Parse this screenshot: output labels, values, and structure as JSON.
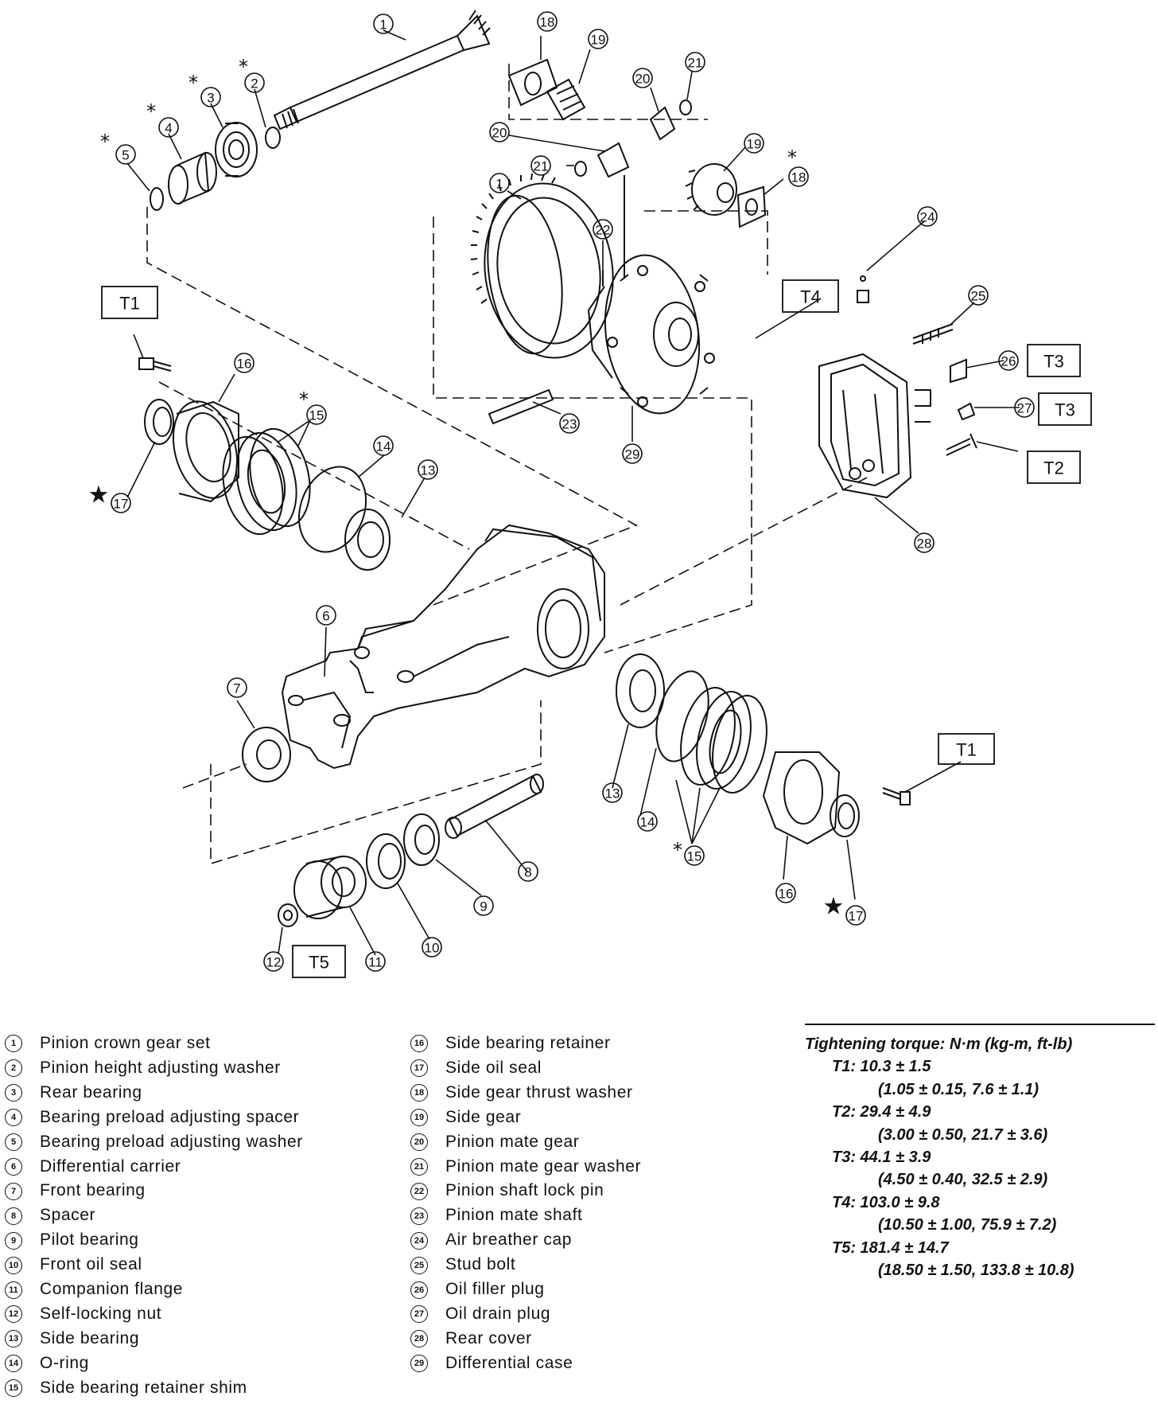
{
  "callouts": {
    "c1a": "1",
    "c2": "2",
    "c3": "3",
    "c4": "4",
    "c5": "5",
    "c18a": "18",
    "c19a": "19",
    "c20a": "20",
    "c21a": "21",
    "c20b": "20",
    "c21b": "21",
    "c19b": "19",
    "c18b": "18",
    "c1b": "1",
    "c22": "22",
    "c24": "24",
    "c25": "25",
    "c26": "26",
    "c27": "27",
    "c28": "28",
    "c29": "29",
    "c23": "23",
    "c16a": "16",
    "c15a": "15",
    "c14a": "14",
    "c13a": "13",
    "c17a": "17",
    "c6": "6",
    "c7": "7",
    "c8": "8",
    "c9": "9",
    "c10": "10",
    "c11": "11",
    "c12": "12",
    "c13b": "13",
    "c14b": "14",
    "c15b": "15",
    "c16b": "16",
    "c17b": "17"
  },
  "torque_boxes": {
    "t1a": "T1",
    "t4": "T4",
    "t3a": "T3",
    "t3b": "T3",
    "t2": "T2",
    "t1b": "T1",
    "t5": "T5"
  },
  "marks": {
    "asterisk": "*",
    "star": "★"
  },
  "legend_left": [
    {
      "num": "1",
      "name": "Pinion crown gear set"
    },
    {
      "num": "2",
      "name": "Pinion height adjusting washer"
    },
    {
      "num": "3",
      "name": "Rear bearing"
    },
    {
      "num": "4",
      "name": "Bearing preload adjusting spacer"
    },
    {
      "num": "5",
      "name": "Bearing preload adjusting washer"
    },
    {
      "num": "6",
      "name": "Differential carrier"
    },
    {
      "num": "7",
      "name": "Front bearing"
    },
    {
      "num": "8",
      "name": "Spacer"
    },
    {
      "num": "9",
      "name": "Pilot bearing"
    },
    {
      "num": "10",
      "name": "Front oil seal"
    },
    {
      "num": "11",
      "name": "Companion flange"
    },
    {
      "num": "12",
      "name": "Self-locking nut"
    },
    {
      "num": "13",
      "name": "Side bearing"
    },
    {
      "num": "14",
      "name": "O-ring"
    },
    {
      "num": "15",
      "name": "Side bearing retainer shim"
    }
  ],
  "legend_right": [
    {
      "num": "16",
      "name": "Side bearing retainer"
    },
    {
      "num": "17",
      "name": "Side oil seal"
    },
    {
      "num": "18",
      "name": "Side gear thrust washer"
    },
    {
      "num": "19",
      "name": "Side gear"
    },
    {
      "num": "20",
      "name": "Pinion mate gear"
    },
    {
      "num": "21",
      "name": "Pinion mate gear washer"
    },
    {
      "num": "22",
      "name": "Pinion shaft lock pin"
    },
    {
      "num": "23",
      "name": "Pinion mate shaft"
    },
    {
      "num": "24",
      "name": "Air breather cap"
    },
    {
      "num": "25",
      "name": "Stud bolt"
    },
    {
      "num": "26",
      "name": "Oil filler plug"
    },
    {
      "num": "27",
      "name": "Oil drain plug"
    },
    {
      "num": "28",
      "name": "Rear cover"
    },
    {
      "num": "29",
      "name": "Differential case"
    }
  ],
  "torque": {
    "title": "Tightening torque: N·m (kg-m, ft-lb)",
    "items": [
      {
        "key": "T1: 10.3 ± 1.5",
        "val": "(1.05 ± 0.15, 7.6 ± 1.1)"
      },
      {
        "key": "T2: 29.4 ± 4.9",
        "val": "(3.00 ± 0.50, 21.7 ± 3.6)"
      },
      {
        "key": "T3: 44.1 ± 3.9",
        "val": "(4.50 ± 0.40, 32.5 ± 2.9)"
      },
      {
        "key": "T4: 103.0 ± 9.8",
        "val": "(10.50 ± 1.00, 75.9 ± 7.2)"
      },
      {
        "key": "T5: 181.4 ± 14.7",
        "val": "(18.50 ± 1.50, 133.8 ± 10.8)"
      }
    ]
  }
}
